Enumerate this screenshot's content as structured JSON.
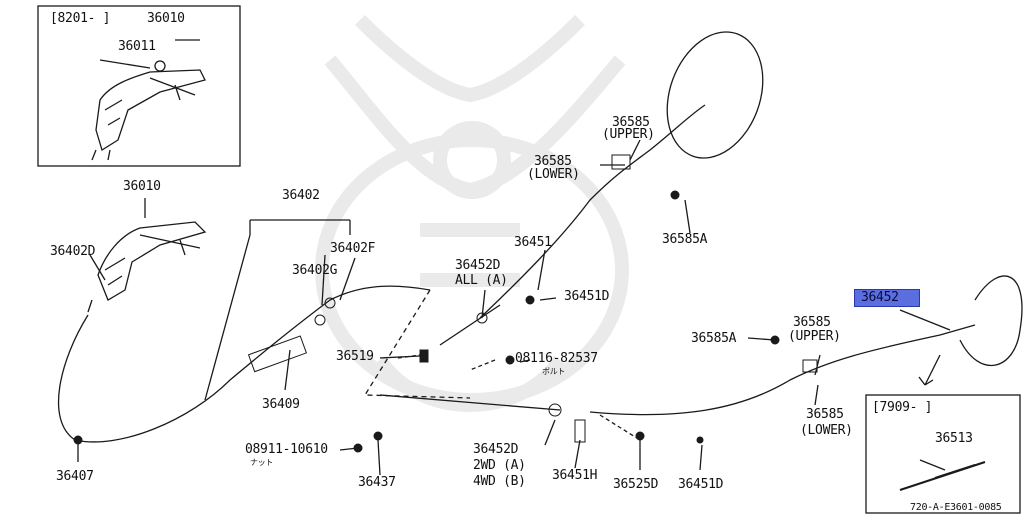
{
  "colors": {
    "highlight_fill": "#5b6ee0",
    "line": "#1a1a1a",
    "watermark": "#e7e7e7"
  },
  "watermark": {
    "icon": "samurai-helmet-logo"
  },
  "inset_top": {
    "date_range": "[8201-   ]",
    "parts": [
      "36010",
      "36011"
    ]
  },
  "inset_bottom": {
    "date_range": "[7909-      ]",
    "part": "36513"
  },
  "labels": {
    "p36010": "36010",
    "p36402D": "36402D",
    "p36402": "36402",
    "p36402F": "36402F",
    "p36402G": "36402G",
    "p36409": "36409",
    "p36407": "36407",
    "p08911": "08911-10610",
    "nut_jp": "ナット",
    "p36437": "36437",
    "p36519": "36519",
    "p36452D_top": "36452D",
    "all_a": "ALL (A)",
    "p36451": "36451",
    "p36451D_mid": "36451D",
    "p36585_upper_top": "36585",
    "upper_top": "(UPPER)",
    "p36585_lower_top": "36585",
    "lower_top": "(LOWER)",
    "p36585A_top": "36585A",
    "p08116": "08116-82537",
    "bolt_jp": "ボルト",
    "p36452D_bottom": "36452D",
    "wd2": "2WD (A)",
    "wd4": "4WD (B)",
    "p36451H": "36451H",
    "p36525D": "36525D",
    "p36451D_bottom": "36451D",
    "p36585A_right": "36585A",
    "p36585_upper_right": "36585",
    "upper_right": "(UPPER)",
    "p36585_lower_right": "36585",
    "lower_right": "(LOWER)",
    "p36452_selected": "36452",
    "catalog_code": "720-A-E3601-0085"
  }
}
